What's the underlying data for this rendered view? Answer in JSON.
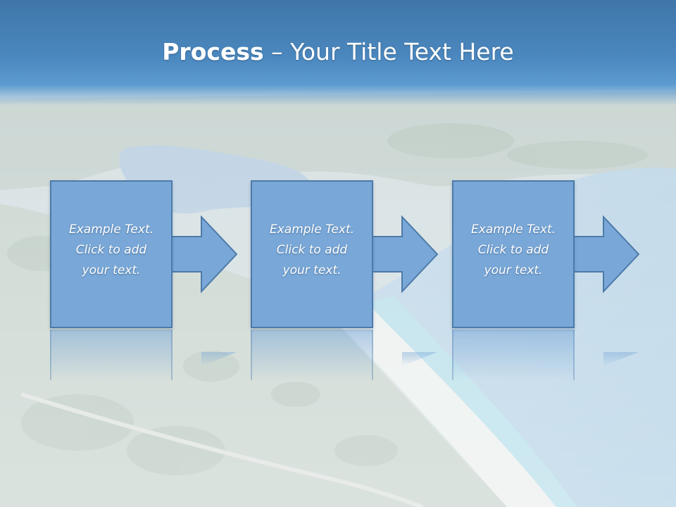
{
  "title": {
    "strong": "Process",
    "rest": " – Your Title Text Here"
  },
  "steps": [
    {
      "text": "Example Text.\nClick  to add\nyour text."
    },
    {
      "text": "Example Text.\nClick  to add\nyour text."
    },
    {
      "text": "Example Text.\nClick  to add\nyour text."
    }
  ],
  "icons": {
    "arrow": "right-arrow-icon"
  },
  "colors": {
    "title_band": "#4b88bf",
    "box_fill": "#79a8d8",
    "box_border": "#4d7aa8",
    "text": "#ffffff"
  }
}
